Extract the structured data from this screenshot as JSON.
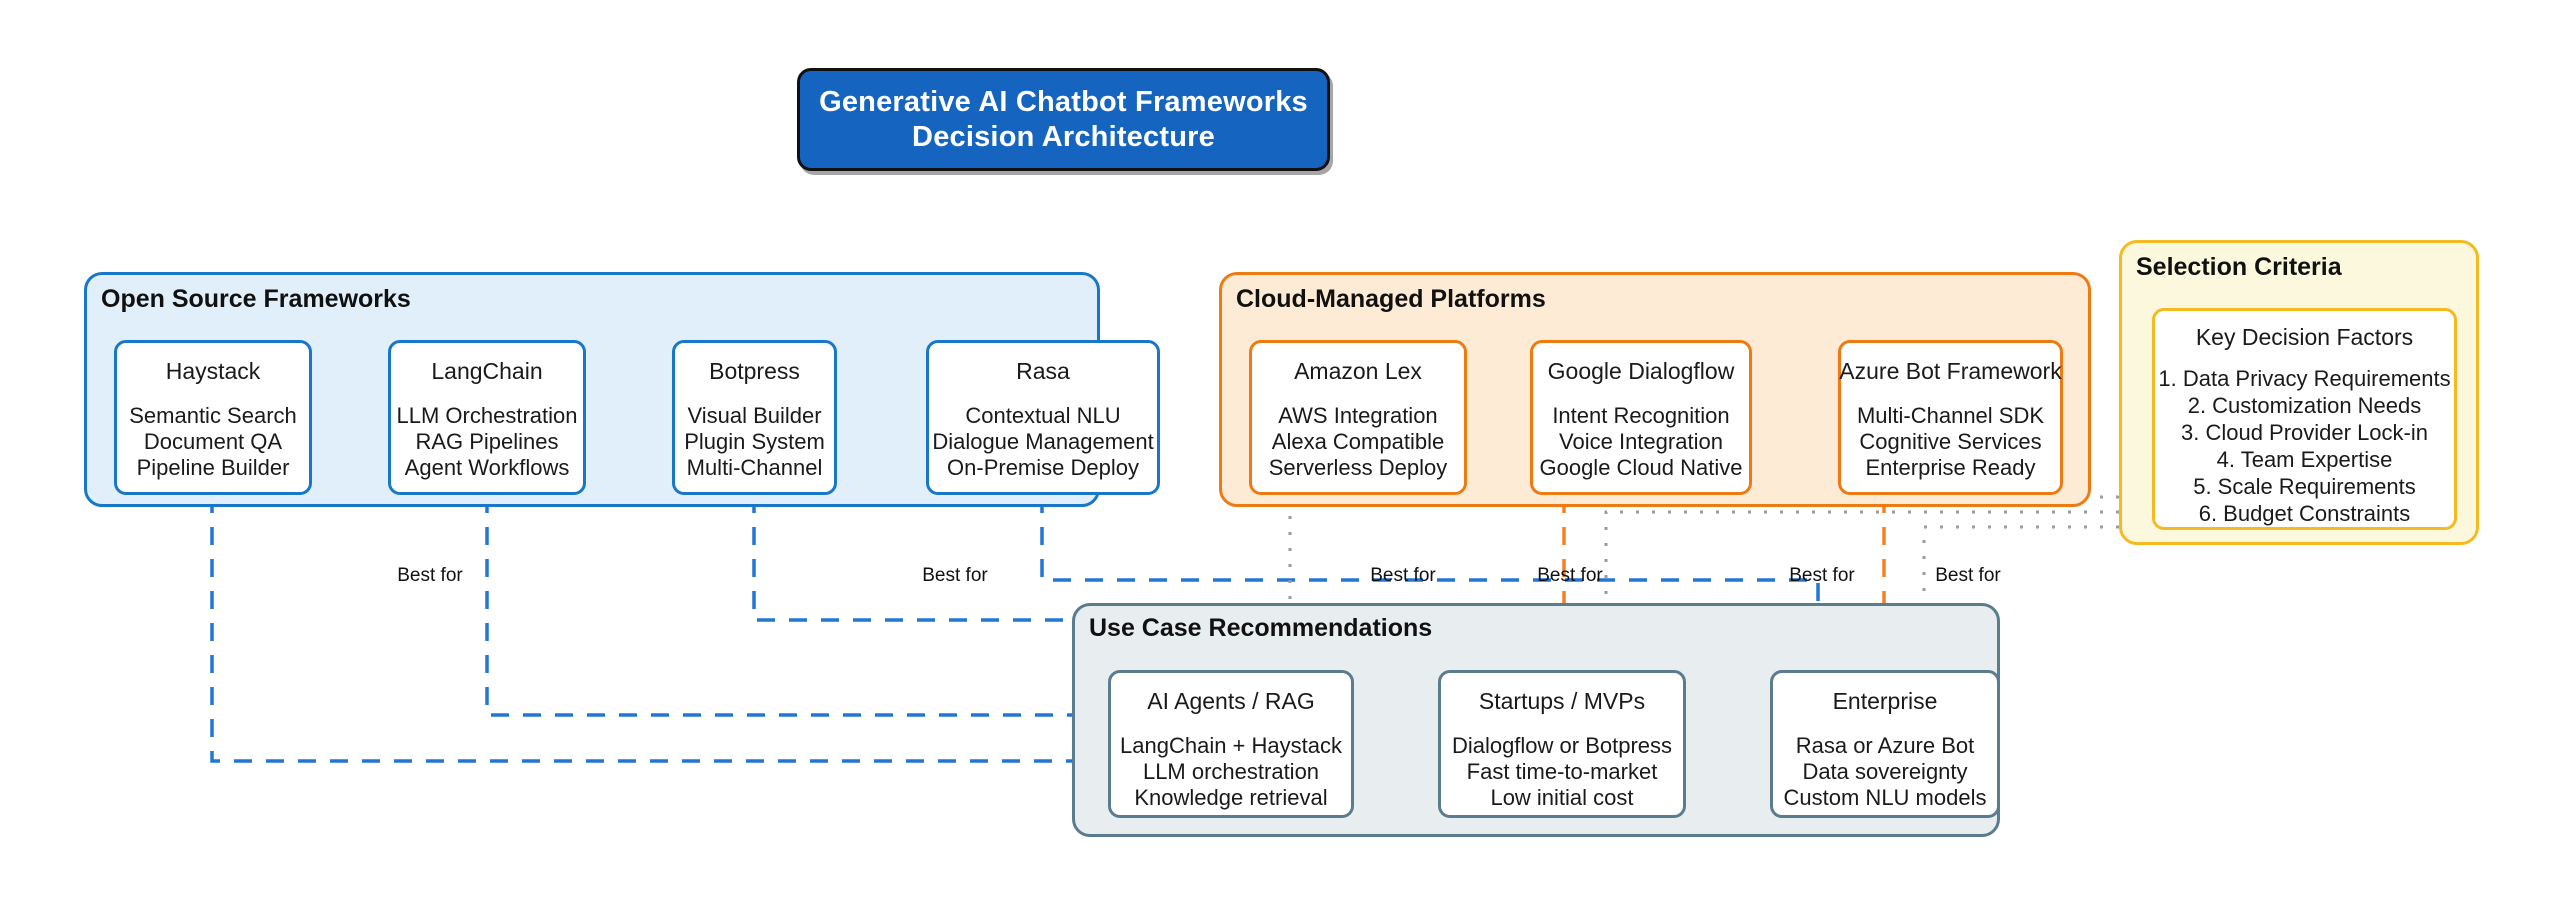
{
  "title": {
    "line1": "Generative AI Chatbot Frameworks",
    "line2": "Decision Architecture",
    "fill": "#1565C0",
    "stroke": "#111111",
    "text_color": "#FFFFFF"
  },
  "groups": {
    "open_source": {
      "label": "Open Source Frameworks",
      "fill": "#E1EFFA",
      "stroke": "#1877C9",
      "cards": [
        {
          "name": "Haystack",
          "lines": [
            "Semantic Search",
            "Document QA",
            "Pipeline Builder"
          ]
        },
        {
          "name": "LangChain",
          "lines": [
            "LLM Orchestration",
            "RAG Pipelines",
            "Agent Workflows"
          ]
        },
        {
          "name": "Botpress",
          "lines": [
            "Visual Builder",
            "Plugin System",
            "Multi-Channel"
          ]
        },
        {
          "name": "Rasa",
          "lines": [
            "Contextual NLU",
            "Dialogue Management",
            "On-Premise Deploy"
          ]
        }
      ]
    },
    "cloud_managed": {
      "label": "Cloud-Managed Platforms",
      "fill": "#FDEBD6",
      "stroke": "#F07A12",
      "cards": [
        {
          "name": "Amazon Lex",
          "lines": [
            "AWS Integration",
            "Alexa Compatible",
            "Serverless Deploy"
          ]
        },
        {
          "name": "Google Dialogflow",
          "lines": [
            "Intent Recognition",
            "Voice Integration",
            "Google Cloud Native"
          ]
        },
        {
          "name": "Azure Bot Framework",
          "lines": [
            "Multi-Channel SDK",
            "Cognitive Services",
            "Enterprise Ready"
          ]
        }
      ]
    },
    "selection_criteria": {
      "label": "Selection Criteria",
      "fill": "#FCF8DD",
      "stroke": "#F5B921",
      "cards": [
        {
          "name": "Key Decision Factors",
          "lines": [
            "1. Data Privacy Requirements",
            "2. Customization Needs",
            "3. Cloud Provider Lock-in",
            "4. Team Expertise",
            "5. Scale Requirements",
            "6. Budget Constraints"
          ]
        }
      ]
    },
    "use_cases": {
      "label": "Use Case Recommendations",
      "fill": "#E8EDF0",
      "stroke": "#5B7C8D",
      "cards": [
        {
          "name": "AI Agents / RAG",
          "lines": [
            "LangChain + Haystack",
            "LLM orchestration",
            "Knowledge retrieval"
          ]
        },
        {
          "name": "Startups / MVPs",
          "lines": [
            "Dialogflow or Botpress",
            "Fast time-to-market",
            "Low initial cost"
          ]
        },
        {
          "name": "Enterprise",
          "lines": [
            "Rasa or Azure Bot",
            "Data sovereignty",
            "Custom NLU models"
          ]
        }
      ]
    }
  },
  "edges": {
    "label": "Best for",
    "labels": [
      "Best for",
      "Best for",
      "Best for",
      "Best for",
      "Best for",
      "Best for"
    ],
    "colors": {
      "open_source": "#2277D4",
      "cloud": "#F58023",
      "criteria": "#9A9A9A"
    }
  }
}
